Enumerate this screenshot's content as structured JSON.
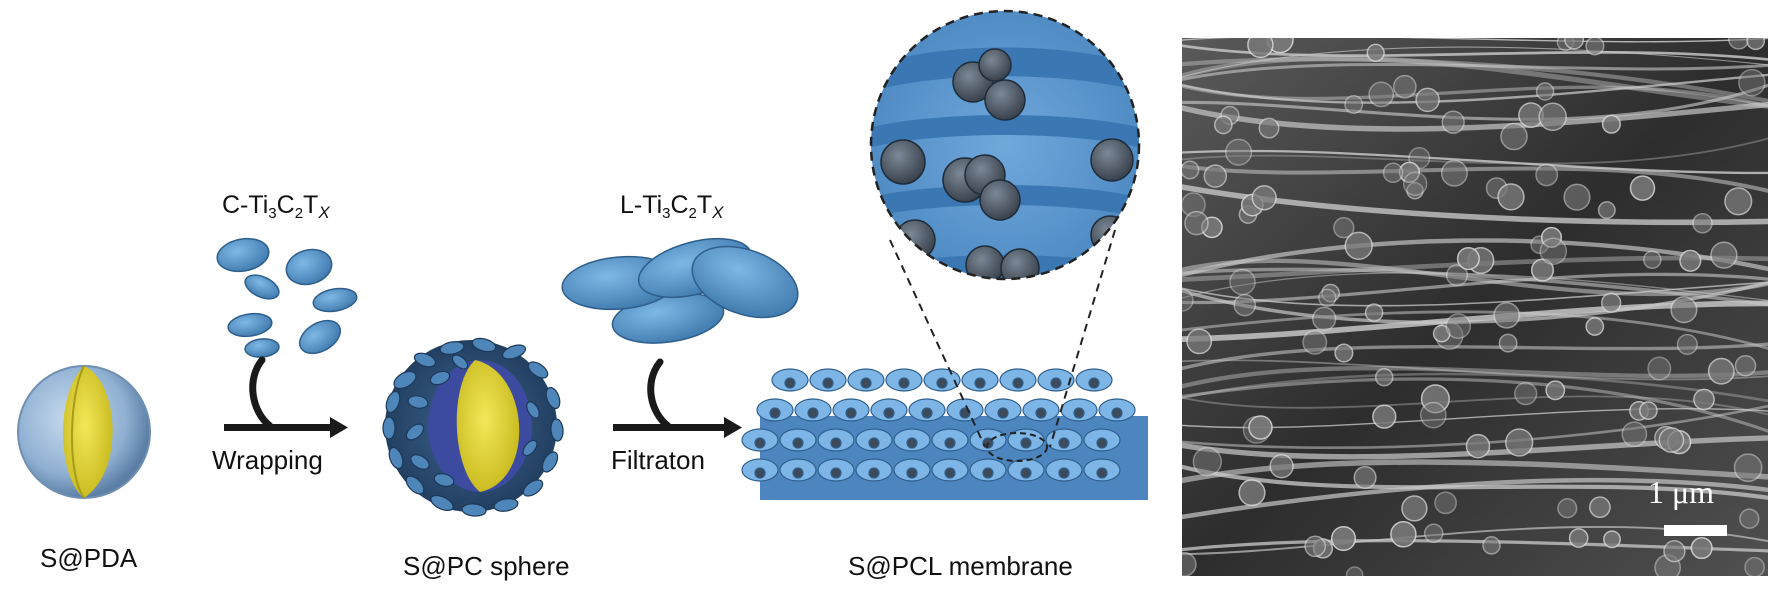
{
  "labels": {
    "s_pda": "S@PDA",
    "s_pc_sphere": "S@PC sphere",
    "s_pcl_membrane": "S@PCL membrane",
    "wrapping": "Wrapping",
    "filtration": "Filtraton"
  },
  "formulas": {
    "c_mxene": {
      "prefix": "C-Ti",
      "sub1": "3",
      "c": "C",
      "sub2": "2",
      "t": "T",
      "x": "X"
    },
    "l_mxene": {
      "prefix": "L-Ti",
      "sub1": "3",
      "c": "C",
      "sub2": "2",
      "t": "T",
      "x": "X"
    }
  },
  "sem": {
    "scale_label": "1 μm"
  },
  "colors": {
    "flake": "#5a9fd6",
    "flake_dark": "#3a6f9c",
    "sulfur": "#e6d832",
    "shell": "#8fb4d8",
    "arrow": "#1a1a1a"
  }
}
